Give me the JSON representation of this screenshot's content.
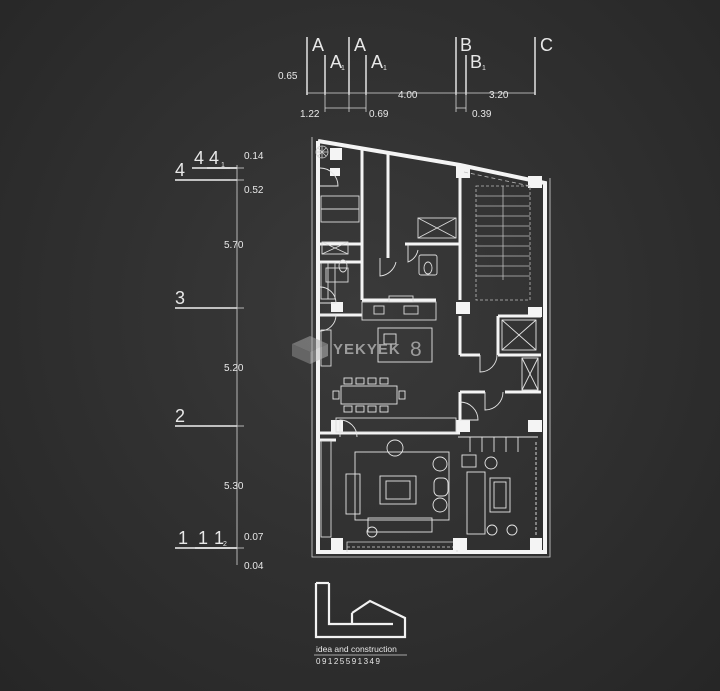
{
  "top_axes": [
    {
      "label": "A",
      "sub": ""
    },
    {
      "label": "A",
      "sub": "1"
    },
    {
      "label": "A",
      "sub": ""
    },
    {
      "label": "A",
      "sub": "1"
    },
    {
      "label": "B",
      "sub": ""
    },
    {
      "label": "B",
      "sub": "1"
    },
    {
      "label": "C",
      "sub": ""
    }
  ],
  "top_dims": [
    "0.65",
    "1.22",
    "0.69",
    "4.00",
    "0.39",
    "3.20"
  ],
  "left_axes": [
    {
      "label": "4",
      "sub": ""
    },
    {
      "label": "4",
      "sub": ""
    },
    {
      "label": "4",
      "sub": "1"
    },
    {
      "label": "3",
      "sub": ""
    },
    {
      "label": "2",
      "sub": ""
    },
    {
      "label": "1",
      "sub": ""
    },
    {
      "label": "1",
      "sub": ""
    },
    {
      "label": "1",
      "sub": "2"
    }
  ],
  "left_dims": [
    "0.14",
    "0.52",
    "5.70",
    "5.20",
    "5.30",
    "0.07",
    "0.04"
  ],
  "watermark": "YEKYEK",
  "watermark_digit": "8",
  "logo_text": "idea and construction",
  "logo_phone": "09125591349",
  "colors": {
    "background": "#2f2f2f",
    "lines": "#f2f2f2"
  }
}
